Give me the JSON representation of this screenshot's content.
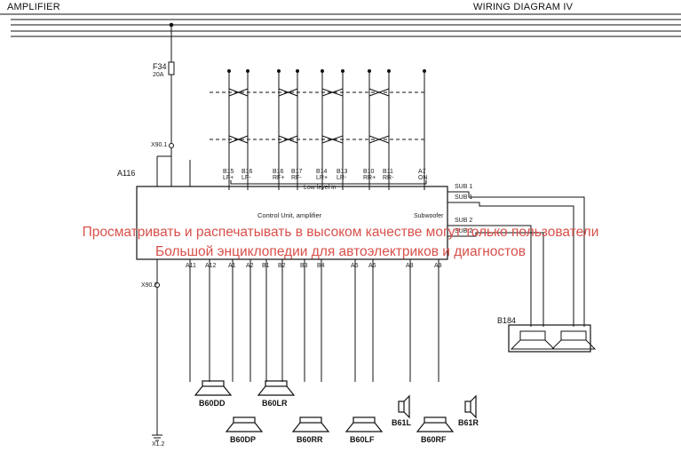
{
  "header": {
    "left_title": "AMPLIFIER",
    "right_title": "WIRING DIAGRAM IV"
  },
  "components": {
    "fuse": "F34",
    "fuse_rating": "20A",
    "amp_unit": "A116",
    "amp_name": "Control Unit, amplifier",
    "subwoofer_box": "B184",
    "subwoofer_label": "Subwoofer",
    "low_level_in": "Low level in",
    "connector_x1": "X90.1",
    "connector_x2": "X90.2",
    "ground": "X1.2"
  },
  "speakers": [
    {
      "id": "B60DD"
    },
    {
      "id": "B60DP"
    },
    {
      "id": "B60LR"
    },
    {
      "id": "B60RR"
    },
    {
      "id": "B60LF"
    },
    {
      "id": "B61L"
    },
    {
      "id": "B60RF"
    },
    {
      "id": "B61R"
    }
  ],
  "top_pins": [
    "B15",
    "B16",
    "B16",
    "B17",
    "B14",
    "B13",
    "B10",
    "B11",
    "A7"
  ],
  "top_pin_sub": [
    "LF+",
    "LF-",
    "RF+",
    "RF-",
    "LR+",
    "LR-",
    "RR+",
    "RR-",
    "ON"
  ],
  "bottom_pins": [
    "A11",
    "A12",
    "A1",
    "A2",
    "B1",
    "B2",
    "B3",
    "B4",
    "A5",
    "A6",
    "A8",
    "A9"
  ],
  "sub_pins": [
    "SUB 1",
    "SUB 1",
    "SUB 2",
    "SUB 2"
  ],
  "watermark": {
    "line1": "Просматривать и распечатывать в высоком качестве могут только пользователи",
    "line2": "Большой энциклопедии для автоэлектриков и диагностов"
  },
  "colors": {
    "line": "#111111",
    "watermark": "#d8504a"
  }
}
